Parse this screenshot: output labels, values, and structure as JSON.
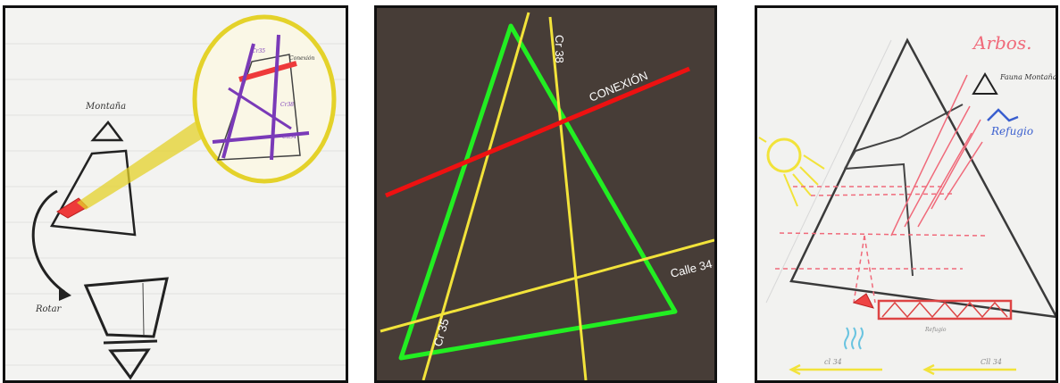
{
  "panel1": {
    "label_top": "Montaña",
    "label_rotate": "Rotar",
    "zoom_note_top": "Conexión",
    "zoom_note_side": "Cr38",
    "zoom_note_left": "Cr35",
    "zoom_note_bottom": "Cll34"
  },
  "panel2": {
    "label_conexion": "CONEXIÓN",
    "label_cr38": "Cr 38",
    "label_cr35": "Cr 35",
    "label_calle34": "Calle 34"
  },
  "panel3": {
    "title": "Arbos.",
    "legend_fauna": "Fauna Montaña",
    "legend_refugio": "Refugio",
    "label_base": "Refugio",
    "label_street_left": "cl 34",
    "label_street_right": "Cll 34"
  },
  "colors": {
    "green": "#22ee22",
    "yellow": "#f2e33a",
    "red": "#ee1111",
    "purple": "#7a3ab8",
    "highlight": "#e4d22a",
    "pink": "#f06a7a",
    "blue": "#3a5fcf"
  }
}
